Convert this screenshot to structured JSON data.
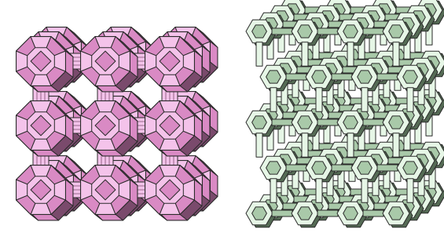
{
  "figure": {
    "panels": [
      {
        "name": "pink-framework",
        "structure": "zeolite-cage-framework",
        "grid": {
          "cols": 3,
          "rows": 3,
          "depth_layers": 3
        },
        "colors": {
          "light": "#f4c3ea",
          "mid": "#d98ac4",
          "dark": "#7a4a6c",
          "edge": "#2a2a2a"
        }
      },
      {
        "name": "green-framework",
        "structure": "zeolite-cage-framework",
        "grid": {
          "cols": 4,
          "rows": 5,
          "depth_layers": 4
        },
        "colors": {
          "light": "#e6f6e6",
          "mid": "#a9c9a9",
          "dark": "#556b55",
          "edge": "#2a2a2a"
        }
      }
    ]
  }
}
